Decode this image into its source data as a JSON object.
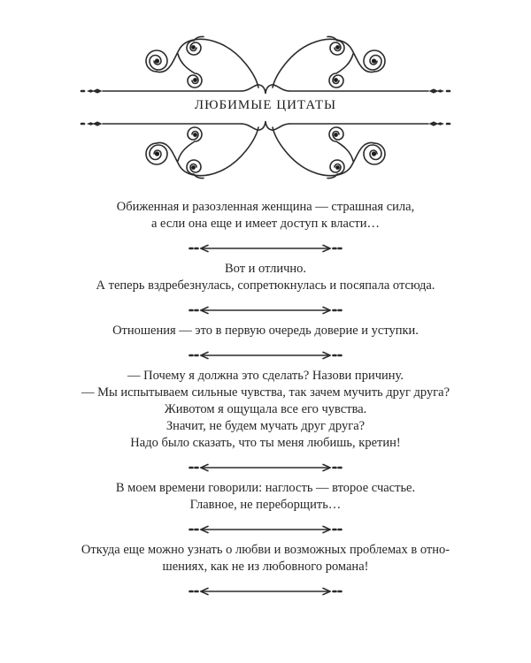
{
  "page": {
    "background": "#ffffff",
    "ink": "#2b2b2b"
  },
  "header": {
    "title": "ЛЮБИМЫЕ ЦИТАТЫ",
    "ornament": "calligraphic-swirl-flourish",
    "rule_end_finial": "dash-and-double-diamond",
    "rule_center": "curly-bracket-notch"
  },
  "divider": {
    "style": "horizontal-rule-with-outward-arrows-and-dashes"
  },
  "quotes": [
    {
      "lines": [
        "Обиженная и разозленная женщина — страшная сила,",
        "а если она еще и имеет доступ к власти…"
      ]
    },
    {
      "lines": [
        "Вот и отлично.",
        "А теперь вздребезнулась, сопретюкнулась и посяпала отсюда."
      ]
    },
    {
      "lines": [
        "Отношения — это в первую очередь доверие и уступки."
      ]
    },
    {
      "lines": [
        "— Почему я должна это сделать? Назови причину.",
        "— Мы испытываем сильные чувства, так зачем мучить друг друга?",
        "Животом я ощущала все его чувства.",
        "Значит, не будем мучать друг друга?",
        "Надо было сказать, что ты меня любишь, кретин!"
      ]
    },
    {
      "lines": [
        "В моем времени говорили: наглость — второе счастье.",
        "Главное, не переборщить…"
      ]
    },
    {
      "lines": [
        "Откуда еще можно узнать о любви и возможных проблемах в отно-",
        "шениях, как не из любовного романа!"
      ]
    }
  ]
}
